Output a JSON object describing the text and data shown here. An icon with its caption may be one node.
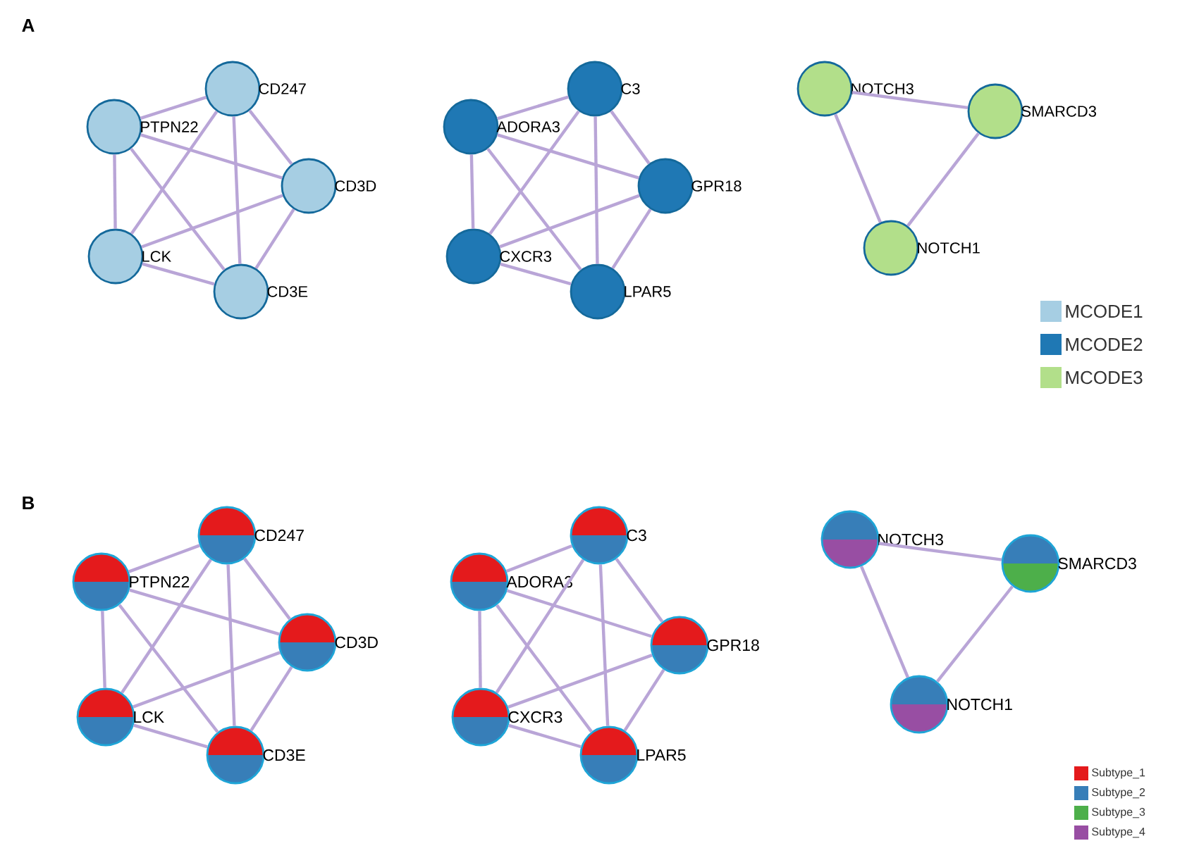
{
  "diagram": {
    "nodes": [
      {
        "text": [
          "CD247"
        ]
      },
      {
        "text": [
          "PTPN22"
        ]
      },
      {
        "text": [
          "CD3D"
        ]
      },
      {
        "text": [
          "LCK"
        ]
      },
      {
        "text": [
          "CD3E"
        ]
      },
      {
        "text": [
          "C3"
        ]
      },
      {
        "text": [
          "ADORA3"
        ]
      },
      {
        "text": [
          "GPR18"
        ]
      },
      {
        "text": [
          "CXCR3"
        ]
      },
      {
        "text": [
          "LPAR5"
        ]
      },
      {
        "text": [
          "NOTCH3"
        ]
      },
      {
        "text": [
          "SMARCD3"
        ]
      },
      {
        "text": [
          "NOTCH1"
        ]
      },
      {
        "text": [
          "CD247"
        ]
      },
      {
        "text": [
          "PTPN22"
        ]
      },
      {
        "text": [
          "CD3D"
        ]
      },
      {
        "text": [
          "LCK"
        ]
      },
      {
        "text": [
          "CD3E"
        ]
      },
      {
        "text": [
          "C3"
        ]
      },
      {
        "text": [
          "ADORA3"
        ]
      },
      {
        "text": [
          "GPR18"
        ]
      },
      {
        "text": [
          "CXCR3"
        ]
      },
      {
        "text": [
          "LPAR5"
        ]
      },
      {
        "text": [
          "NOTCH3"
        ]
      },
      {
        "text": [
          "SMARCD3"
        ]
      },
      {
        "text": [
          "NOTCH1"
        ]
      }
    ],
    "edges": [
      {
        "from": 1,
        "to": 0,
        "arrow": "none"
      },
      {
        "from": 1,
        "to": 2,
        "arrow": "none"
      },
      {
        "from": 1,
        "to": 3,
        "arrow": "none"
      },
      {
        "from": 1,
        "to": 4,
        "arrow": "none"
      },
      {
        "from": 0,
        "to": 3,
        "arrow": "none"
      },
      {
        "from": 0,
        "to": 4,
        "arrow": "none"
      },
      {
        "from": 0,
        "to": 2,
        "arrow": "none"
      },
      {
        "from": 2,
        "to": 3,
        "arrow": "none"
      },
      {
        "from": 2,
        "to": 4,
        "arrow": "none"
      },
      {
        "from": 3,
        "to": 4,
        "arrow": "none"
      },
      {
        "from": 6,
        "to": 5,
        "arrow": "none"
      },
      {
        "from": 6,
        "to": 7,
        "arrow": "none"
      },
      {
        "from": 6,
        "to": 8,
        "arrow": "none"
      },
      {
        "from": 6,
        "to": 9,
        "arrow": "none"
      },
      {
        "from": 5,
        "to": 8,
        "arrow": "none"
      },
      {
        "from": 5,
        "to": 9,
        "arrow": "none"
      },
      {
        "from": 5,
        "to": 7,
        "arrow": "none"
      },
      {
        "from": 7,
        "to": 8,
        "arrow": "none"
      },
      {
        "from": 7,
        "to": 9,
        "arrow": "none"
      },
      {
        "from": 8,
        "to": 9,
        "arrow": "none"
      },
      {
        "from": 10,
        "to": 11,
        "arrow": "none"
      },
      {
        "from": 10,
        "to": 12,
        "arrow": "none"
      },
      {
        "from": 11,
        "to": 12,
        "arrow": "none"
      },
      {
        "from": 14,
        "to": 13,
        "arrow": "none"
      },
      {
        "from": 14,
        "to": 15,
        "arrow": "none"
      },
      {
        "from": 14,
        "to": 16,
        "arrow": "none"
      },
      {
        "from": 14,
        "to": 17,
        "arrow": "none"
      },
      {
        "from": 13,
        "to": 16,
        "arrow": "none"
      },
      {
        "from": 13,
        "to": 17,
        "arrow": "none"
      },
      {
        "from": 13,
        "to": 15,
        "arrow": "none"
      },
      {
        "from": 15,
        "to": 16,
        "arrow": "none"
      },
      {
        "from": 15,
        "to": 17,
        "arrow": "none"
      },
      {
        "from": 16,
        "to": 17,
        "arrow": "none"
      },
      {
        "from": 19,
        "to": 18,
        "arrow": "none"
      },
      {
        "from": 19,
        "to": 20,
        "arrow": "none"
      },
      {
        "from": 19,
        "to": 21,
        "arrow": "none"
      },
      {
        "from": 19,
        "to": 22,
        "arrow": "none"
      },
      {
        "from": 18,
        "to": 21,
        "arrow": "none"
      },
      {
        "from": 18,
        "to": 22,
        "arrow": "none"
      },
      {
        "from": 18,
        "to": 20,
        "arrow": "none"
      },
      {
        "from": 20,
        "to": 21,
        "arrow": "none"
      },
      {
        "from": 20,
        "to": 22,
        "arrow": "none"
      },
      {
        "from": 21,
        "to": 22,
        "arrow": "none"
      },
      {
        "from": 23,
        "to": 24,
        "arrow": "none"
      },
      {
        "from": 23,
        "to": 25,
        "arrow": "none"
      },
      {
        "from": 24,
        "to": 25,
        "arrow": "none"
      }
    ],
    "labels": [
      "A",
      "B"
    ],
    "legend": [
      {
        "text": "MCODE1",
        "color": "#a6cee3"
      },
      {
        "text": "MCODE2",
        "color": "#1f78b4"
      },
      {
        "text": "MCODE3",
        "color": "#b2df8a"
      },
      {
        "text": "Subtype_1",
        "color": "#e41a1c"
      },
      {
        "text": "Subtype_2",
        "color": "#377eb8"
      },
      {
        "text": "Subtype_3",
        "color": "#4daf4a"
      },
      {
        "text": "Subtype_4",
        "color": "#984ea3"
      }
    ]
  }
}
